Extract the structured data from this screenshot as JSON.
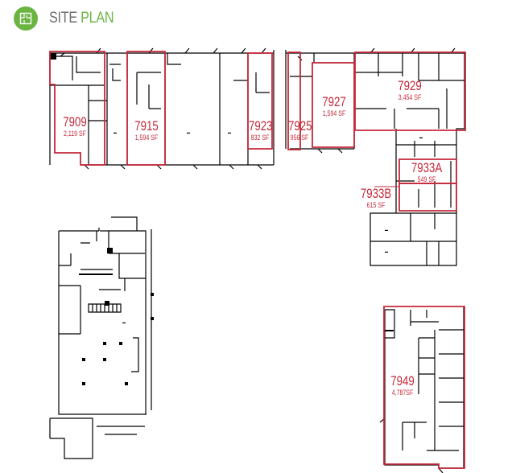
{
  "header": {
    "icon": "floor-plan-icon",
    "title_part1": "SITE",
    "title_part2": "PLAN"
  },
  "colors": {
    "accent_green": "#6ab542",
    "title_gray": "#6d6e71",
    "highlight_red": "#c4283a",
    "wall_black": "#000000"
  },
  "units": [
    {
      "id": "7909",
      "number": "7909",
      "area": "2,119 SF",
      "highlighted": true
    },
    {
      "id": "7915",
      "number": "7915",
      "area": "1,594 SF",
      "highlighted": true
    },
    {
      "id": "7923",
      "number": "7923",
      "area": "832 SF",
      "highlighted": true
    },
    {
      "id": "7925",
      "number": "7925",
      "area": "956 SF",
      "highlighted": true
    },
    {
      "id": "7927",
      "number": "7927",
      "area": "1,594 SF",
      "highlighted": true
    },
    {
      "id": "7929",
      "number": "7929",
      "area": "3,454 SF",
      "highlighted": true
    },
    {
      "id": "7933A",
      "number": "7933A",
      "area": "549 SF",
      "highlighted": true
    },
    {
      "id": "7933B",
      "number": "7933B",
      "area": "615 SF",
      "highlighted": true
    },
    {
      "id": "7949",
      "number": "7949",
      "area": "4,787SF",
      "highlighted": true
    }
  ]
}
